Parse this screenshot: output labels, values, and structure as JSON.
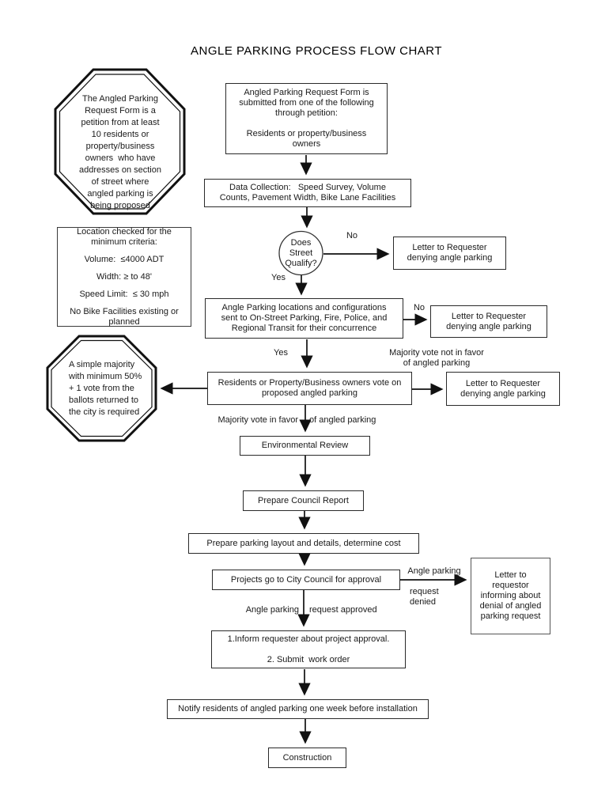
{
  "title": "ANGLE PARKING PROCESS FLOW CHART",
  "nodes": {
    "petition_note": "The Angled Parking\nRequest Form is a\npetition from at least\n10 residents or\nproperty/business\nowners  who have\naddresses on section\nof street where\nangled parking is\nbeing proposed",
    "request_form": "Angled Parking Request Form is\nsubmitted from one of the following\nthrough petition:\n\nResidents or property/business\nowners",
    "data_collection": "Data Collection:   Speed Survey, Volume\nCounts, Pavement Width, Bike Lane Facilities",
    "street_qualify": "Does\nStreet\nQualify?",
    "deny_letter_1": "Letter to Requester\ndenying angle parking",
    "criteria": {
      "header": "Location checked for the\nminimum criteria:",
      "volume": "Volume:  ≤4000 ADT",
      "width": "Width: ≥ to 48'",
      "speed": "Speed Limit:  ≤ 30 mph",
      "bike": "No Bike Facilities existing or\nplanned"
    },
    "locations_concurrence": "Angle Parking locations and configurations\nsent to On-Street Parking, Fire, Police, and\nRegional Transit for their concurrence",
    "deny_letter_2": "Letter to Requester\ndenying angle parking",
    "majority_note": "A simple majority\nwith minimum 50%\n+ 1 vote from the\nballots returned to\nthe city is required",
    "owners_vote": "Residents or Property/Business owners vote on\nproposed angled parking",
    "deny_letter_3": "Letter to Requester\ndenying angle parking",
    "environmental_review": "Environmental Review",
    "council_report": "Prepare Council Report",
    "parking_layout": "Prepare parking layout and details, determine cost",
    "city_council": "Projects go to City Council for approval",
    "denial_letter": "Letter to\nrequestor\ninforming about\ndenial of angled\nparking request",
    "inform_requester": "1.Inform requester about project approval.\n\n2. Submit  work order",
    "notify_residents": "Notify residents of angled parking one week before installation",
    "construction": "Construction"
  },
  "labels": {
    "no_qualify": "No",
    "yes_qualify": "Yes",
    "no_concurrence": "No",
    "yes_concurrence": "Yes",
    "majority_not_in_favor": "Majority vote not in favor\nof angled parking",
    "majority_in_favor_left": "Majority vote in favor",
    "majority_in_favor_right": "of angled parking",
    "denied_top": "Angle parking",
    "denied_bottom": "request\ndenied",
    "approved_left": "Angle parking",
    "approved_right": "request approved"
  },
  "colors": {
    "line": "#111111",
    "border": "#2a2a2a",
    "text": "#1a1a1a"
  }
}
